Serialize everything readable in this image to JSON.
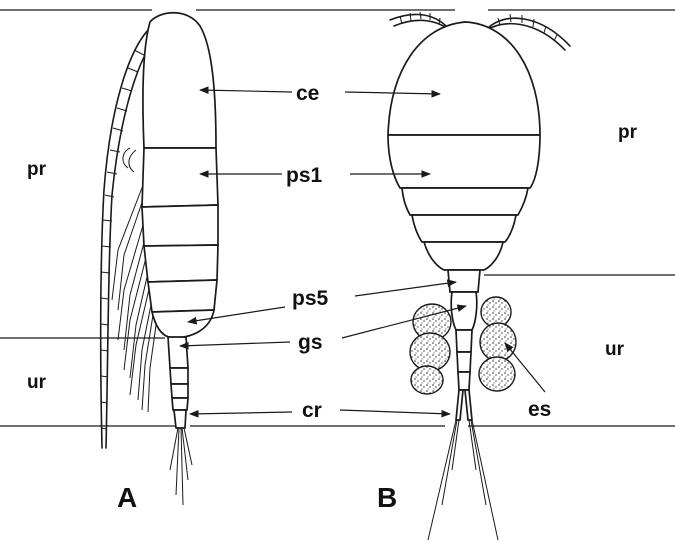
{
  "figure": {
    "panels": [
      {
        "id": "A",
        "label": "A"
      },
      {
        "id": "B",
        "label": "B"
      }
    ],
    "region_labels": {
      "left_prosome": "pr",
      "left_urosome": "ur",
      "right_prosome": "pr",
      "right_urosome": "ur"
    },
    "part_labels": {
      "ce": "ce",
      "ps1": "ps1",
      "ps5": "ps5",
      "gs": "gs",
      "cr": "cr",
      "es": "es"
    }
  }
}
